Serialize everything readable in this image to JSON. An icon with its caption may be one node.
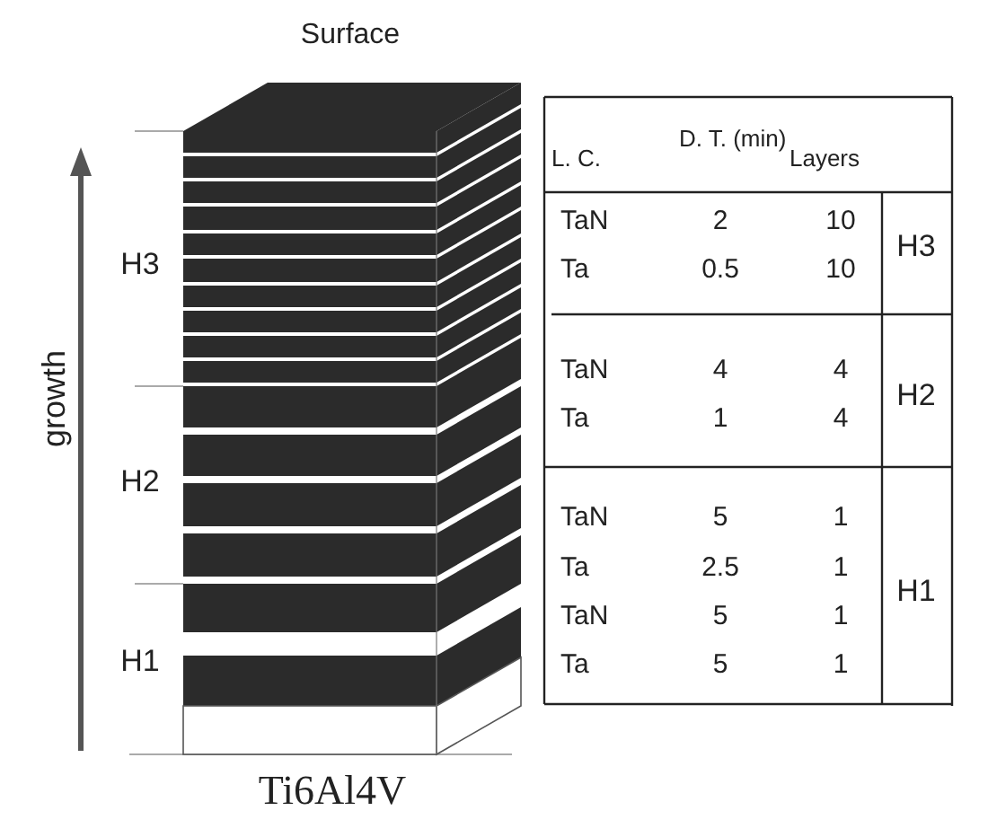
{
  "diagram": {
    "labels": [
      "Surface",
      "growth",
      "H3",
      "H2",
      "H1",
      "Ti6Al4V",
      "L. C.",
      "D. T. (min)",
      "Layers",
      "TaN",
      "2",
      "10",
      "Ta",
      "0.5",
      "10",
      "H3",
      "TaN",
      "4",
      "4",
      "Ta",
      "1",
      "4",
      "H2",
      "TaN",
      "5",
      "1",
      "Ta",
      "2.5",
      "1",
      "TaN",
      "5",
      "1",
      "Ta",
      "5",
      "1",
      "H1"
    ]
  }
}
